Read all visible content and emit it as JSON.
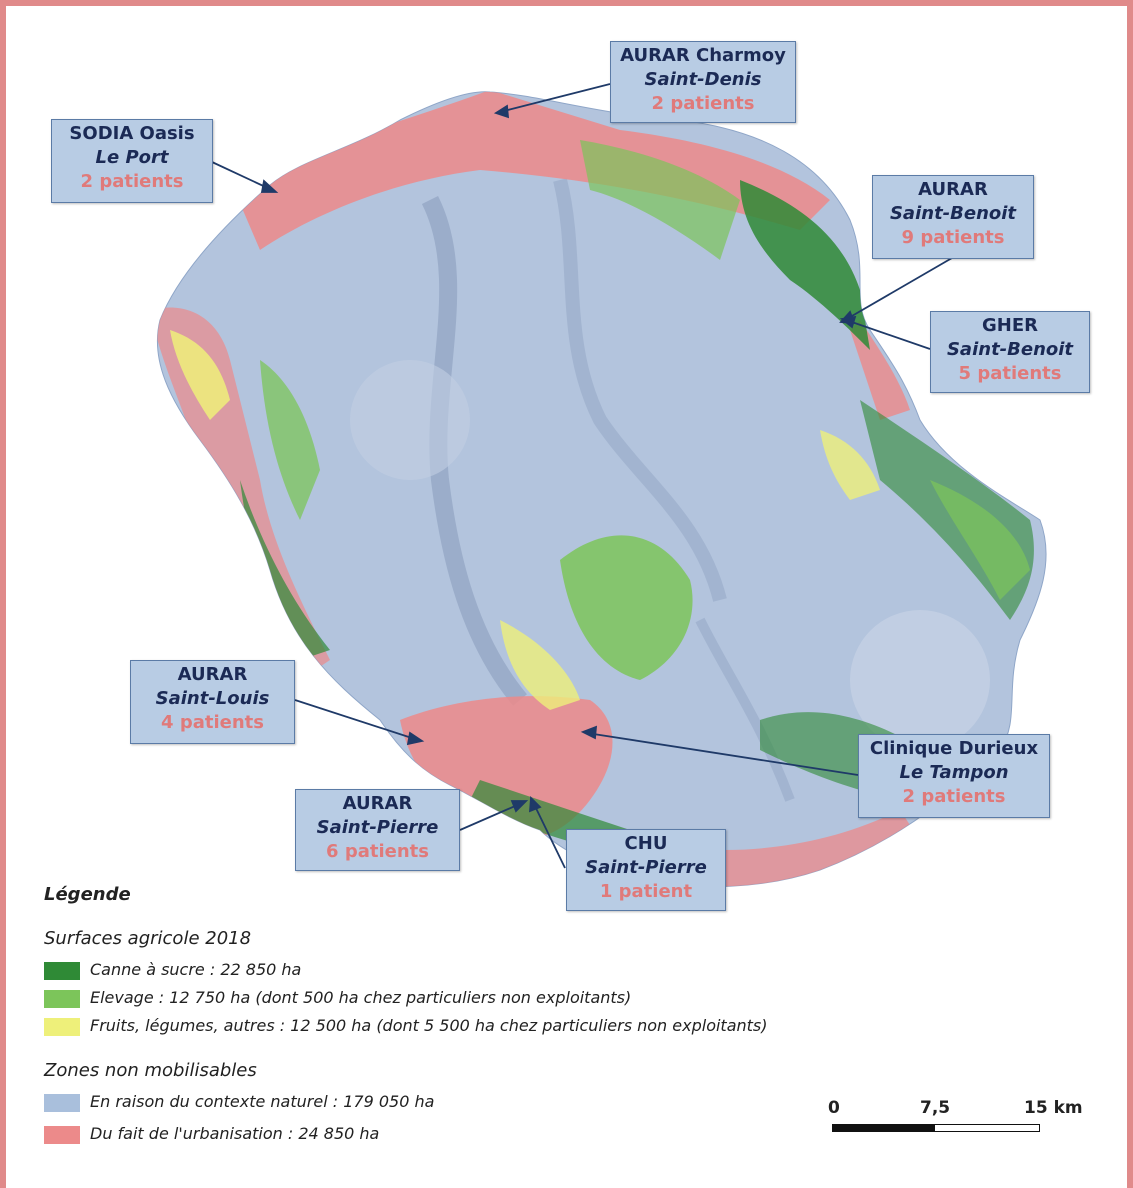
{
  "callouts": [
    {
      "name": "SODIA Oasis",
      "town": "Le Port",
      "patients": "2 patients"
    },
    {
      "name": "AURAR Charmoy",
      "town": "Saint-Denis",
      "patients": "2 patients"
    },
    {
      "name": "AURAR",
      "town": "Saint-Benoit",
      "patients": "9 patients"
    },
    {
      "name": "GHER",
      "town": "Saint-Benoit",
      "patients": "5 patients"
    },
    {
      "name": "AURAR",
      "town": "Saint-Louis",
      "patients": "4 patients"
    },
    {
      "name": "Clinique Durieux",
      "town": "Le Tampon",
      "patients": "2 patients"
    },
    {
      "name": "AURAR",
      "town": "Saint-Pierre",
      "patients": "6 patients"
    },
    {
      "name": "CHU",
      "town": "Saint-Pierre",
      "patients": "1 patient"
    }
  ],
  "legend": {
    "title": "Légende",
    "section_agri": "Surfaces agricole 2018",
    "agri_items": [
      {
        "label": "Canne à sucre : 22 850 ha",
        "color": "#2f8a36"
      },
      {
        "label": "Elevage : 12 750 ha (dont 500 ha chez particuliers non exploitants)",
        "color": "#7cc55a"
      },
      {
        "label": "Fruits, légumes, autres : 12 500 ha (dont 5 500 ha chez particuliers non exploitants)",
        "color": "#eef07a"
      }
    ],
    "section_zones": "Zones non mobilisables",
    "zone_items": [
      {
        "label": "En raison du contexte naturel : 179 050 ha",
        "color": "#a9bfdc"
      },
      {
        "label": "Du fait de l'urbanisation :  24 850 ha",
        "color": "#ec8a8a"
      }
    ]
  },
  "scale": {
    "t0": "0",
    "t1": "7,5",
    "t2": "15 km"
  },
  "colors": {
    "frame": "#e08a8a",
    "callout_fill": "#b8cce4",
    "callout_border": "#5b7ba6",
    "callout_text": "#1b2a55",
    "patients_text": "#e07a7a",
    "terrain": "#b3c4dd",
    "urban": "#ec8a8a",
    "cane": "#2f8a36",
    "livestock": "#7cc55a",
    "fruits": "#eef07a"
  }
}
